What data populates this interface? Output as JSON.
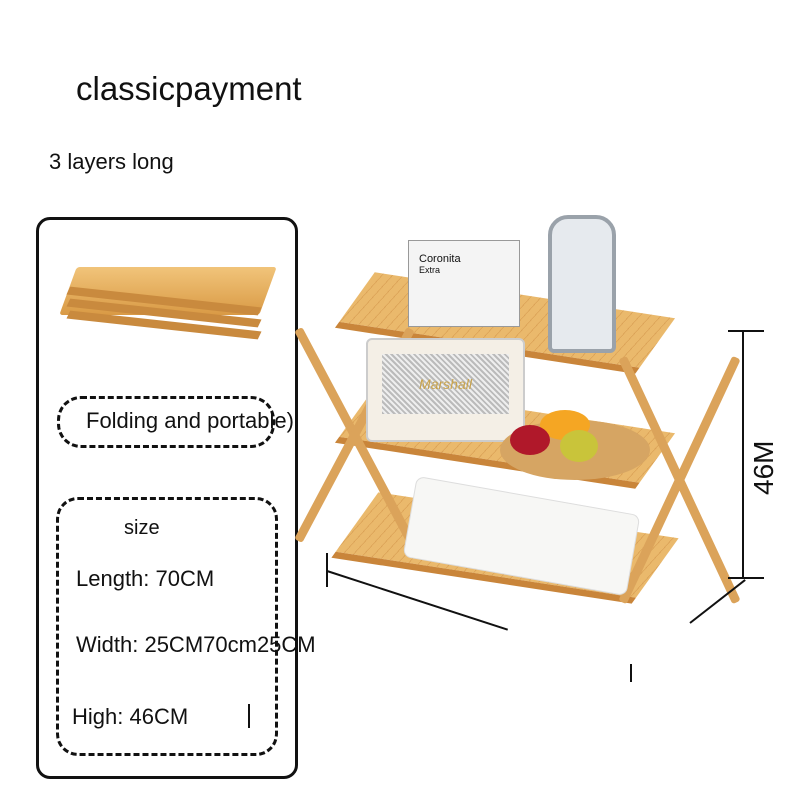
{
  "header": {
    "title": "classicpayment",
    "subtitle": "3 layers long"
  },
  "features": {
    "folding": "Folding and portable)"
  },
  "specs": {
    "heading": "size",
    "length": "Length: 70CM",
    "width": "Width: 25CM70cm25CM",
    "height": "High: 46CM"
  },
  "product": {
    "height_label": "46M",
    "box_brand": "Coronita",
    "box_sub": "Extra",
    "speaker_brand": "Marshall"
  }
}
